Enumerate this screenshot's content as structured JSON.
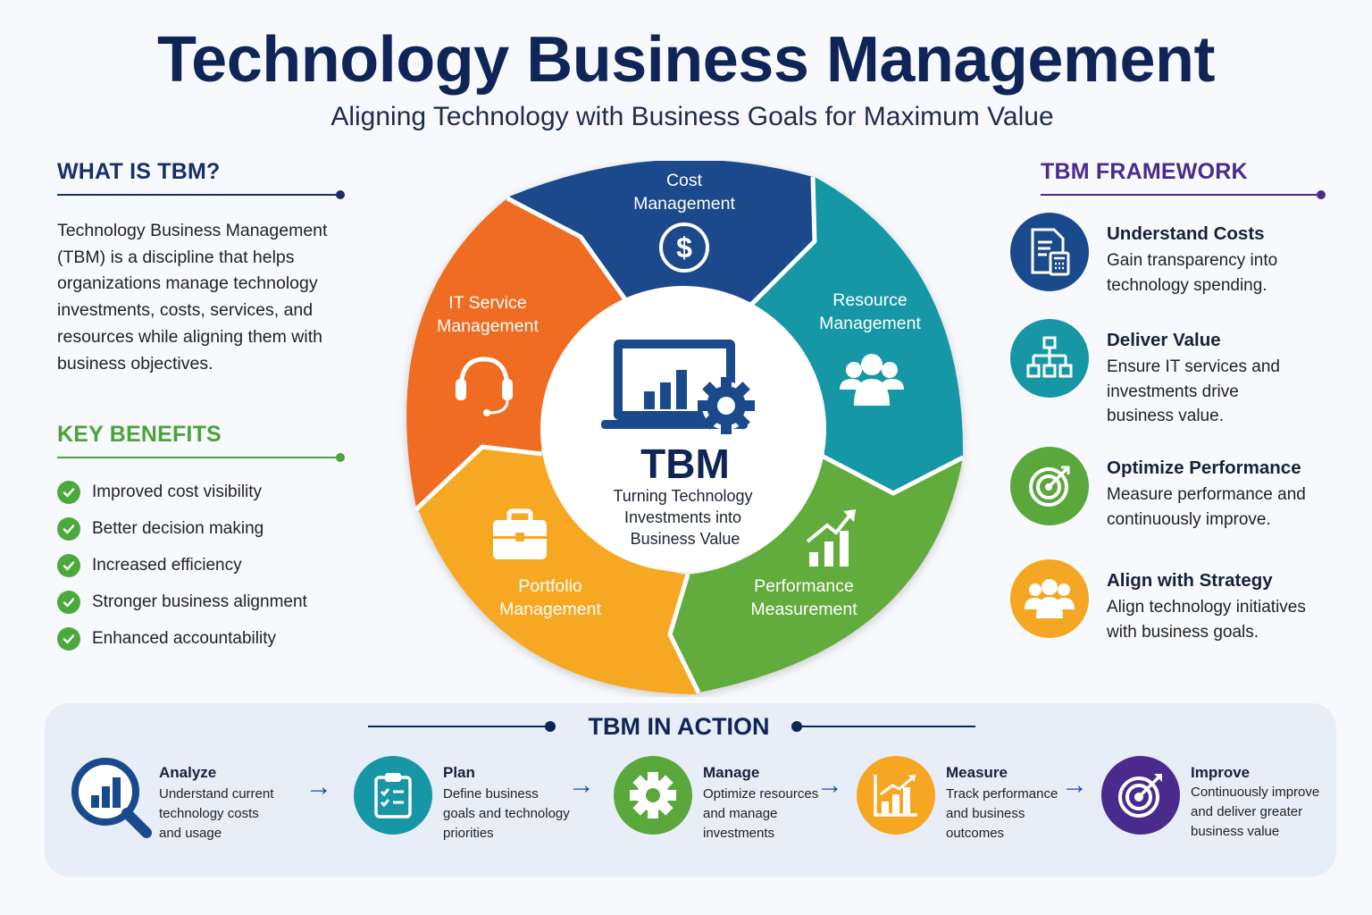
{
  "header": {
    "title": "Technology Business Management",
    "subtitle": "Aligning Technology with Business Goals for Maximum Value"
  },
  "what_is": {
    "heading": "WHAT IS TBM?",
    "lines": [
      "Technology Business Management",
      "(TBM) is a discipline that helps",
      "organizations manage technology",
      "investments, costs, services, and",
      "resources while aligning them with",
      "business objectives."
    ]
  },
  "benefits": {
    "heading": "KEY BENEFITS",
    "items": [
      "Improved cost visibility",
      "Better decision making",
      "Increased efficiency",
      "Stronger business alignment",
      "Enhanced accountability"
    ]
  },
  "wheel": {
    "center_title": "TBM",
    "center_lines": [
      "Turning Technology",
      "Investments into",
      "Business Value"
    ],
    "segments": [
      {
        "lines": [
          "Cost",
          "Management"
        ],
        "icon": "dollar-icon",
        "color": "#1b4a8c"
      },
      {
        "lines": [
          "Resource",
          "Management"
        ],
        "icon": "people-icon",
        "color": "#1797a5"
      },
      {
        "lines": [
          "Performance",
          "Measurement"
        ],
        "icon": "growth-chart-icon",
        "color": "#62ab3e"
      },
      {
        "lines": [
          "Portfolio",
          "Management"
        ],
        "icon": "briefcase-icon",
        "color": "#f7a821"
      },
      {
        "lines": [
          "IT Service",
          "Management"
        ],
        "icon": "headset-icon",
        "color": "#f06c23"
      }
    ]
  },
  "framework": {
    "heading": "TBM FRAMEWORK",
    "items": [
      {
        "title": "Understand Costs",
        "lines": [
          "Gain transparency into",
          "technology spending."
        ],
        "icon": "cost-report-icon",
        "color": "#1b4a8c"
      },
      {
        "title": "Deliver Value",
        "lines": [
          "Ensure IT services and",
          "investments drive",
          "business value."
        ],
        "icon": "hierarchy-icon",
        "color": "#1797a5"
      },
      {
        "title": "Optimize Performance",
        "lines": [
          "Measure performance and",
          "continuously improve."
        ],
        "icon": "target-icon",
        "color": "#5aa83c"
      },
      {
        "title": "Align with Strategy",
        "lines": [
          "Align technology initiatives",
          "with business goals."
        ],
        "icon": "team-icon",
        "color": "#f5a623"
      }
    ]
  },
  "action": {
    "heading": "TBM IN ACTION",
    "steps": [
      {
        "title": "Analyze",
        "lines": [
          "Understand current",
          "technology costs",
          "and usage"
        ],
        "icon": "magnifier-chart-icon",
        "color": "#1b4a8c"
      },
      {
        "title": "Plan",
        "lines": [
          "Define business",
          "goals and technology",
          "priorities"
        ],
        "icon": "clipboard-icon",
        "color": "#1797a5"
      },
      {
        "title": "Manage",
        "lines": [
          "Optimize resources",
          "and manage",
          "investments"
        ],
        "icon": "gear-icon",
        "color": "#5aa83c"
      },
      {
        "title": "Measure",
        "lines": [
          "Track performance",
          "and business",
          "outcomes"
        ],
        "icon": "bar-chart-icon",
        "color": "#f5a623"
      },
      {
        "title": "Improve",
        "lines": [
          "Continuously improve",
          "and deliver greater",
          "business value"
        ],
        "icon": "bullseye-icon",
        "color": "#4b2a8e"
      }
    ]
  }
}
